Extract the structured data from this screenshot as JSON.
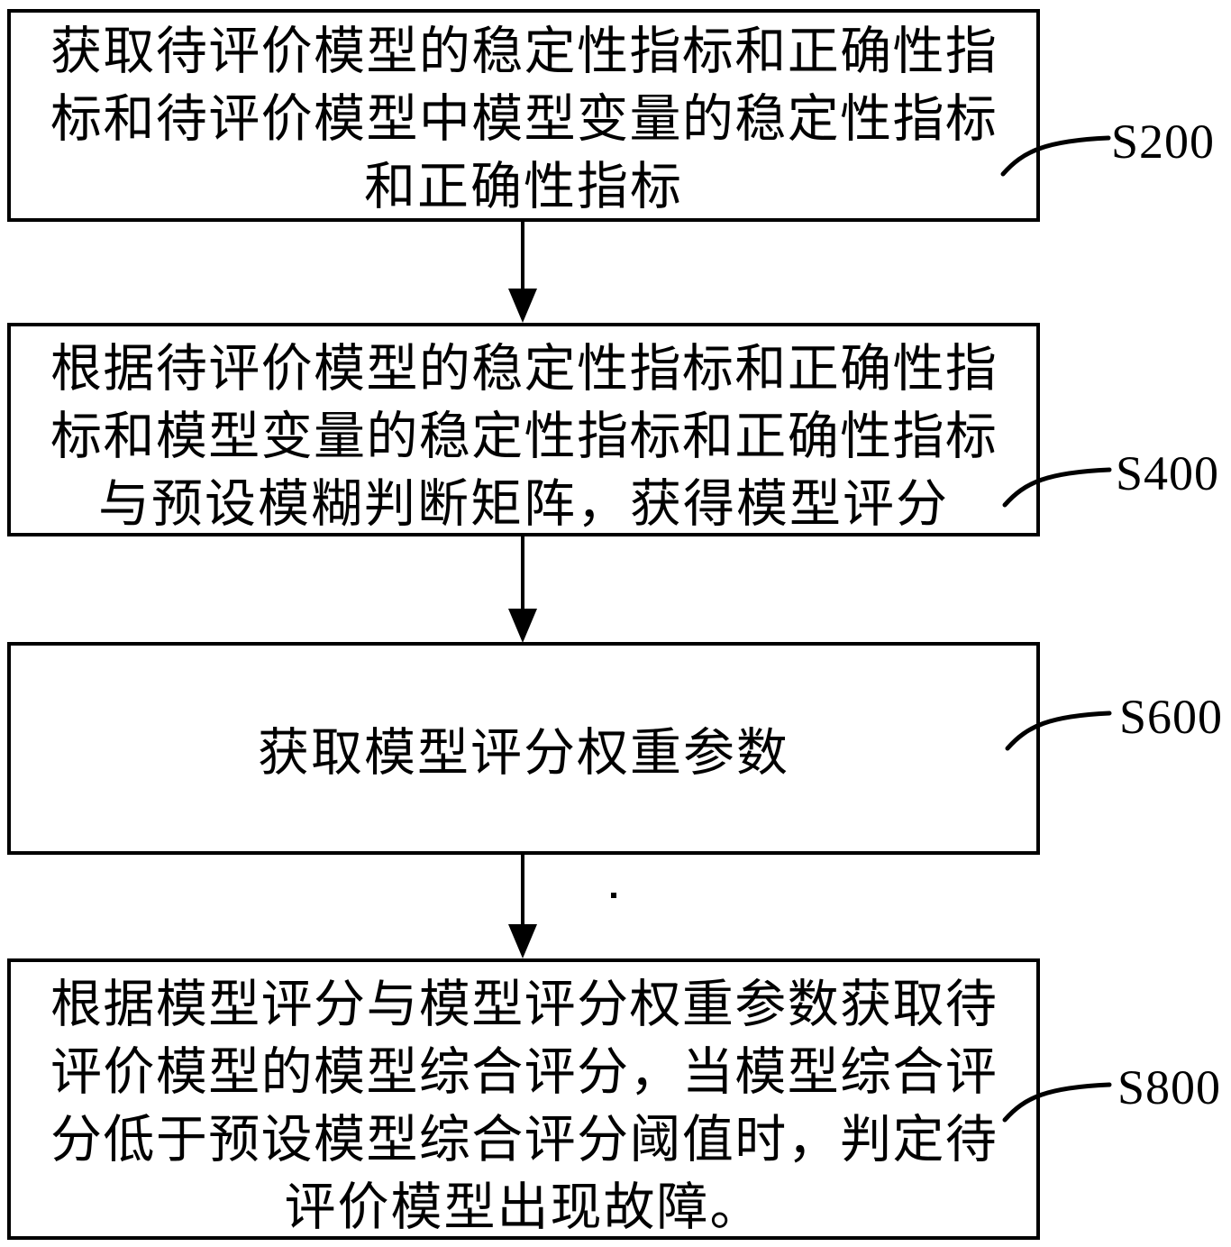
{
  "figure": {
    "type": "flowchart",
    "ink_color": "#000000",
    "background_color": "#ffffff",
    "stray_mark": "."
  },
  "steps": [
    {
      "label": "S200",
      "lines": [
        {
          "text": "获取待评价模型的稳定性指标和正确性指",
          "justify": true
        },
        {
          "text": "标和待评价模型中模型变量的稳定性指标",
          "justify": true
        },
        {
          "text": "和正确性指标",
          "justify": false
        }
      ]
    },
    {
      "label": "S400",
      "lines": [
        {
          "text": "根据待评价模型的稳定性指标和正确性指",
          "justify": true
        },
        {
          "text": "标和模型变量的稳定性指标和正确性指标",
          "justify": true
        },
        {
          "text": "与预设模糊判断矩阵，获得模型评分",
          "justify": false
        }
      ]
    },
    {
      "label": "S600",
      "lines": [
        {
          "text": "获取模型评分权重参数",
          "justify": false
        }
      ]
    },
    {
      "label": "S800",
      "lines": [
        {
          "text": "根据模型评分与模型评分权重参数获取待",
          "justify": true
        },
        {
          "text": "评价模型的模型综合评分，当模型综合评",
          "justify": true
        },
        {
          "text": "分低于预设模型综合评分阈值时，判定待",
          "justify": true
        },
        {
          "text": "评价模型出现故障。",
          "justify": false
        }
      ]
    }
  ]
}
